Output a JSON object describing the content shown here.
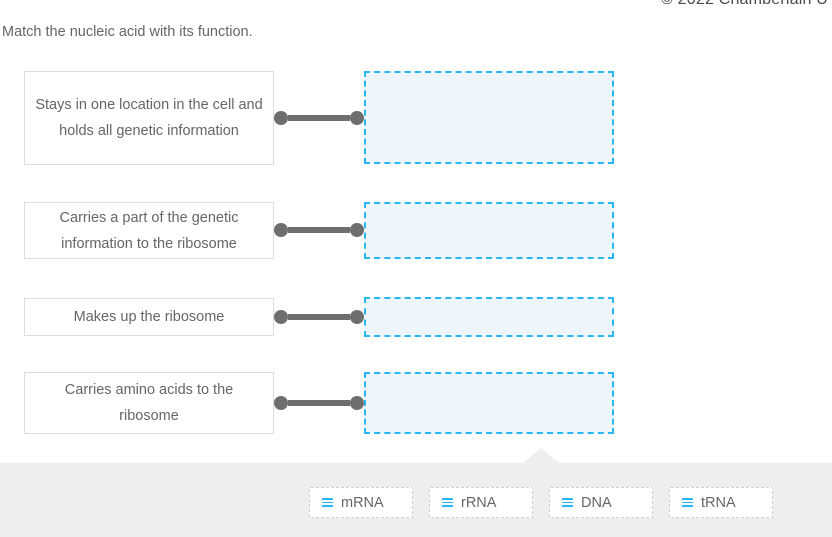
{
  "page": {
    "copyright": "© 2022 Chamberlain U",
    "question": "Match the nucleic acid with its function."
  },
  "matching": {
    "rows": [
      {
        "prompt": "Stays in one location in the cell and holds all genetic information",
        "dropzone_value": "",
        "connector_icon": "link-connector-icon"
      },
      {
        "prompt": "Carries a part of the genetic information to the ribosome",
        "dropzone_value": "",
        "connector_icon": "link-connector-icon"
      },
      {
        "prompt": "Makes up the ribosome",
        "dropzone_value": "",
        "connector_icon": "link-connector-icon"
      },
      {
        "prompt": "Carries amino acids to the ribosome",
        "dropzone_value": "",
        "connector_icon": "link-connector-icon"
      }
    ]
  },
  "tray": {
    "chips": [
      {
        "label": "mRNA",
        "icon": "drag-handle-icon"
      },
      {
        "label": "rRNA",
        "icon": "drag-handle-icon"
      },
      {
        "label": "DNA",
        "icon": "drag-handle-icon"
      },
      {
        "label": "tRNA",
        "icon": "drag-handle-icon"
      }
    ]
  },
  "colors": {
    "dropzone_border": "#29b6f6",
    "dropzone_fill": "#eef6fd",
    "connector": "#6e6e6e",
    "prompt_border": "#dddddd",
    "text": "#666666",
    "tray_bg": "#eeeeee",
    "handle": "#29b6f6"
  }
}
